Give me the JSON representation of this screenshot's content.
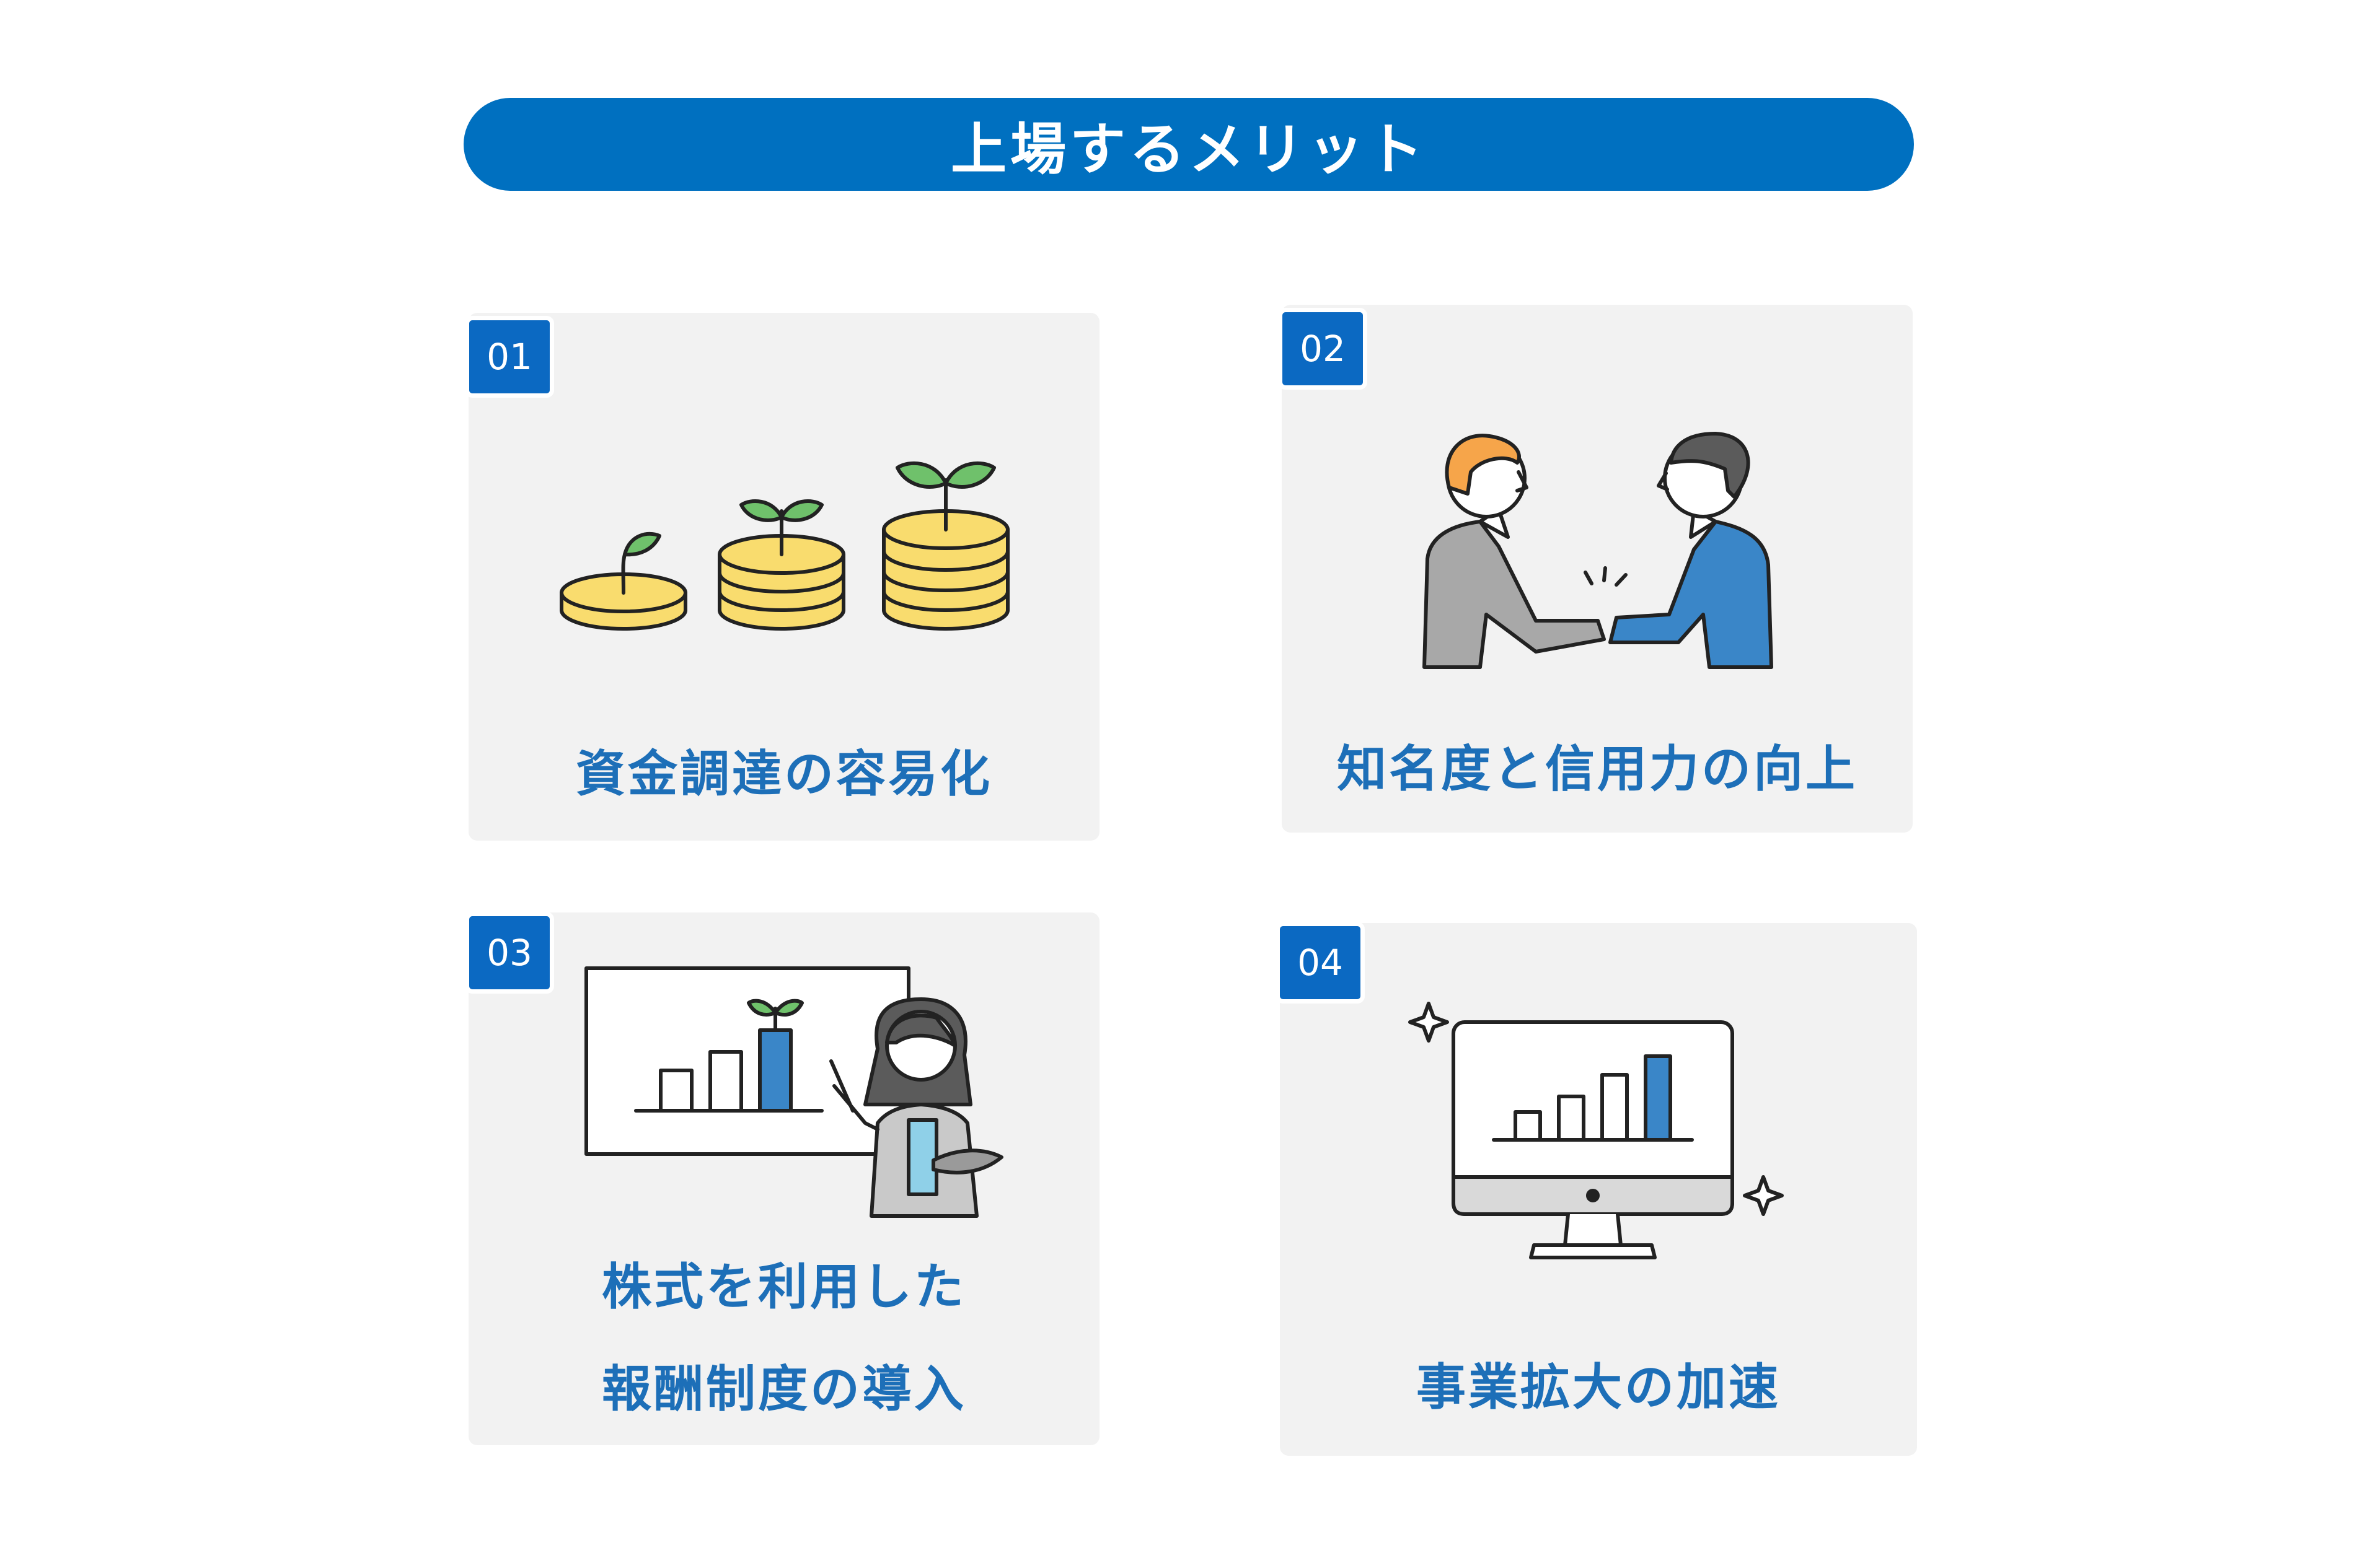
{
  "header": {
    "title": "上場するメリット"
  },
  "colors": {
    "accent": "#0070c0",
    "card_bg": "#f2f2f2",
    "title_text": "#1d6fb8",
    "coin_yellow": "#f9dc6e",
    "sprout_green": "#6fc16b",
    "bar_blue": "#3a86c8"
  },
  "cards": [
    {
      "number": "01",
      "title": "資金調達の容易化",
      "icon": "coins-with-sprouts-icon"
    },
    {
      "number": "02",
      "title": "知名度と信用力の向上",
      "icon": "handshake-icon"
    },
    {
      "number": "03",
      "title_lines": [
        "株式を利用した",
        "報酬制度の導入"
      ],
      "icon": "presenter-with-chart-icon"
    },
    {
      "number": "04",
      "title": "事業拡大の加速",
      "icon": "monitor-growth-chart-icon"
    }
  ]
}
